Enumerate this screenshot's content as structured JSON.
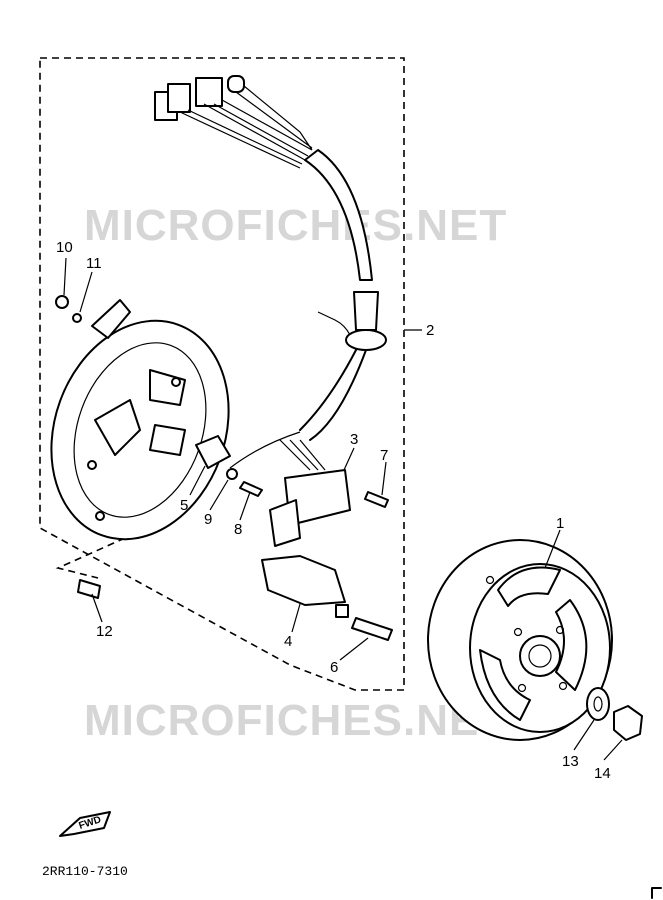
{
  "diagram": {
    "watermark": "MICROFICHES.NET",
    "drawing_number": "2RR110-7310",
    "fwd_label": "FWD",
    "callouts": [
      "1",
      "2",
      "3",
      "4",
      "5",
      "6",
      "7",
      "8",
      "9",
      "10",
      "11",
      "12",
      "13",
      "14"
    ]
  }
}
